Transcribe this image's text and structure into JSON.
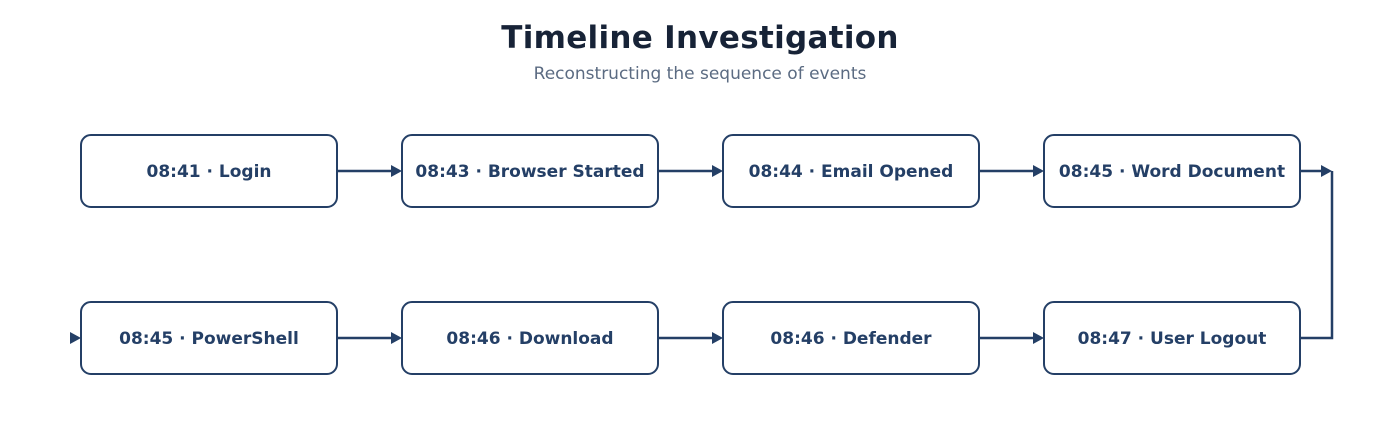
{
  "header": {
    "title": "Timeline Investigation",
    "subtitle": "Reconstructing the sequence of events"
  },
  "colors": {
    "stroke": "#243f66",
    "title": "#172337",
    "subtitle": "#5b6b82",
    "background": "#ffffff"
  },
  "timeline": {
    "events": [
      {
        "time": "08:41",
        "label": "08:41 · Login"
      },
      {
        "time": "08:43",
        "label": "08:43 · Browser Started"
      },
      {
        "time": "08:44",
        "label": "08:44 · Email Opened"
      },
      {
        "time": "08:45",
        "label": "08:45 · Word Document"
      },
      {
        "time": "08:47",
        "label": "08:47 · User Logout"
      },
      {
        "time": "08:46",
        "label": "08:46 · Defender"
      },
      {
        "time": "08:46",
        "label": "08:46 · Download"
      },
      {
        "time": "08:45",
        "label": "08:45 · PowerShell"
      }
    ],
    "edges": [
      {
        "from": 0,
        "to": 1
      },
      {
        "from": 1,
        "to": 2
      },
      {
        "from": 2,
        "to": 3
      },
      {
        "from": 3,
        "to": 4
      },
      {
        "from": 7,
        "to": 6
      },
      {
        "from": 6,
        "to": 5
      },
      {
        "from": 5,
        "to": 4
      }
    ],
    "entry_arrow_to": 7
  }
}
